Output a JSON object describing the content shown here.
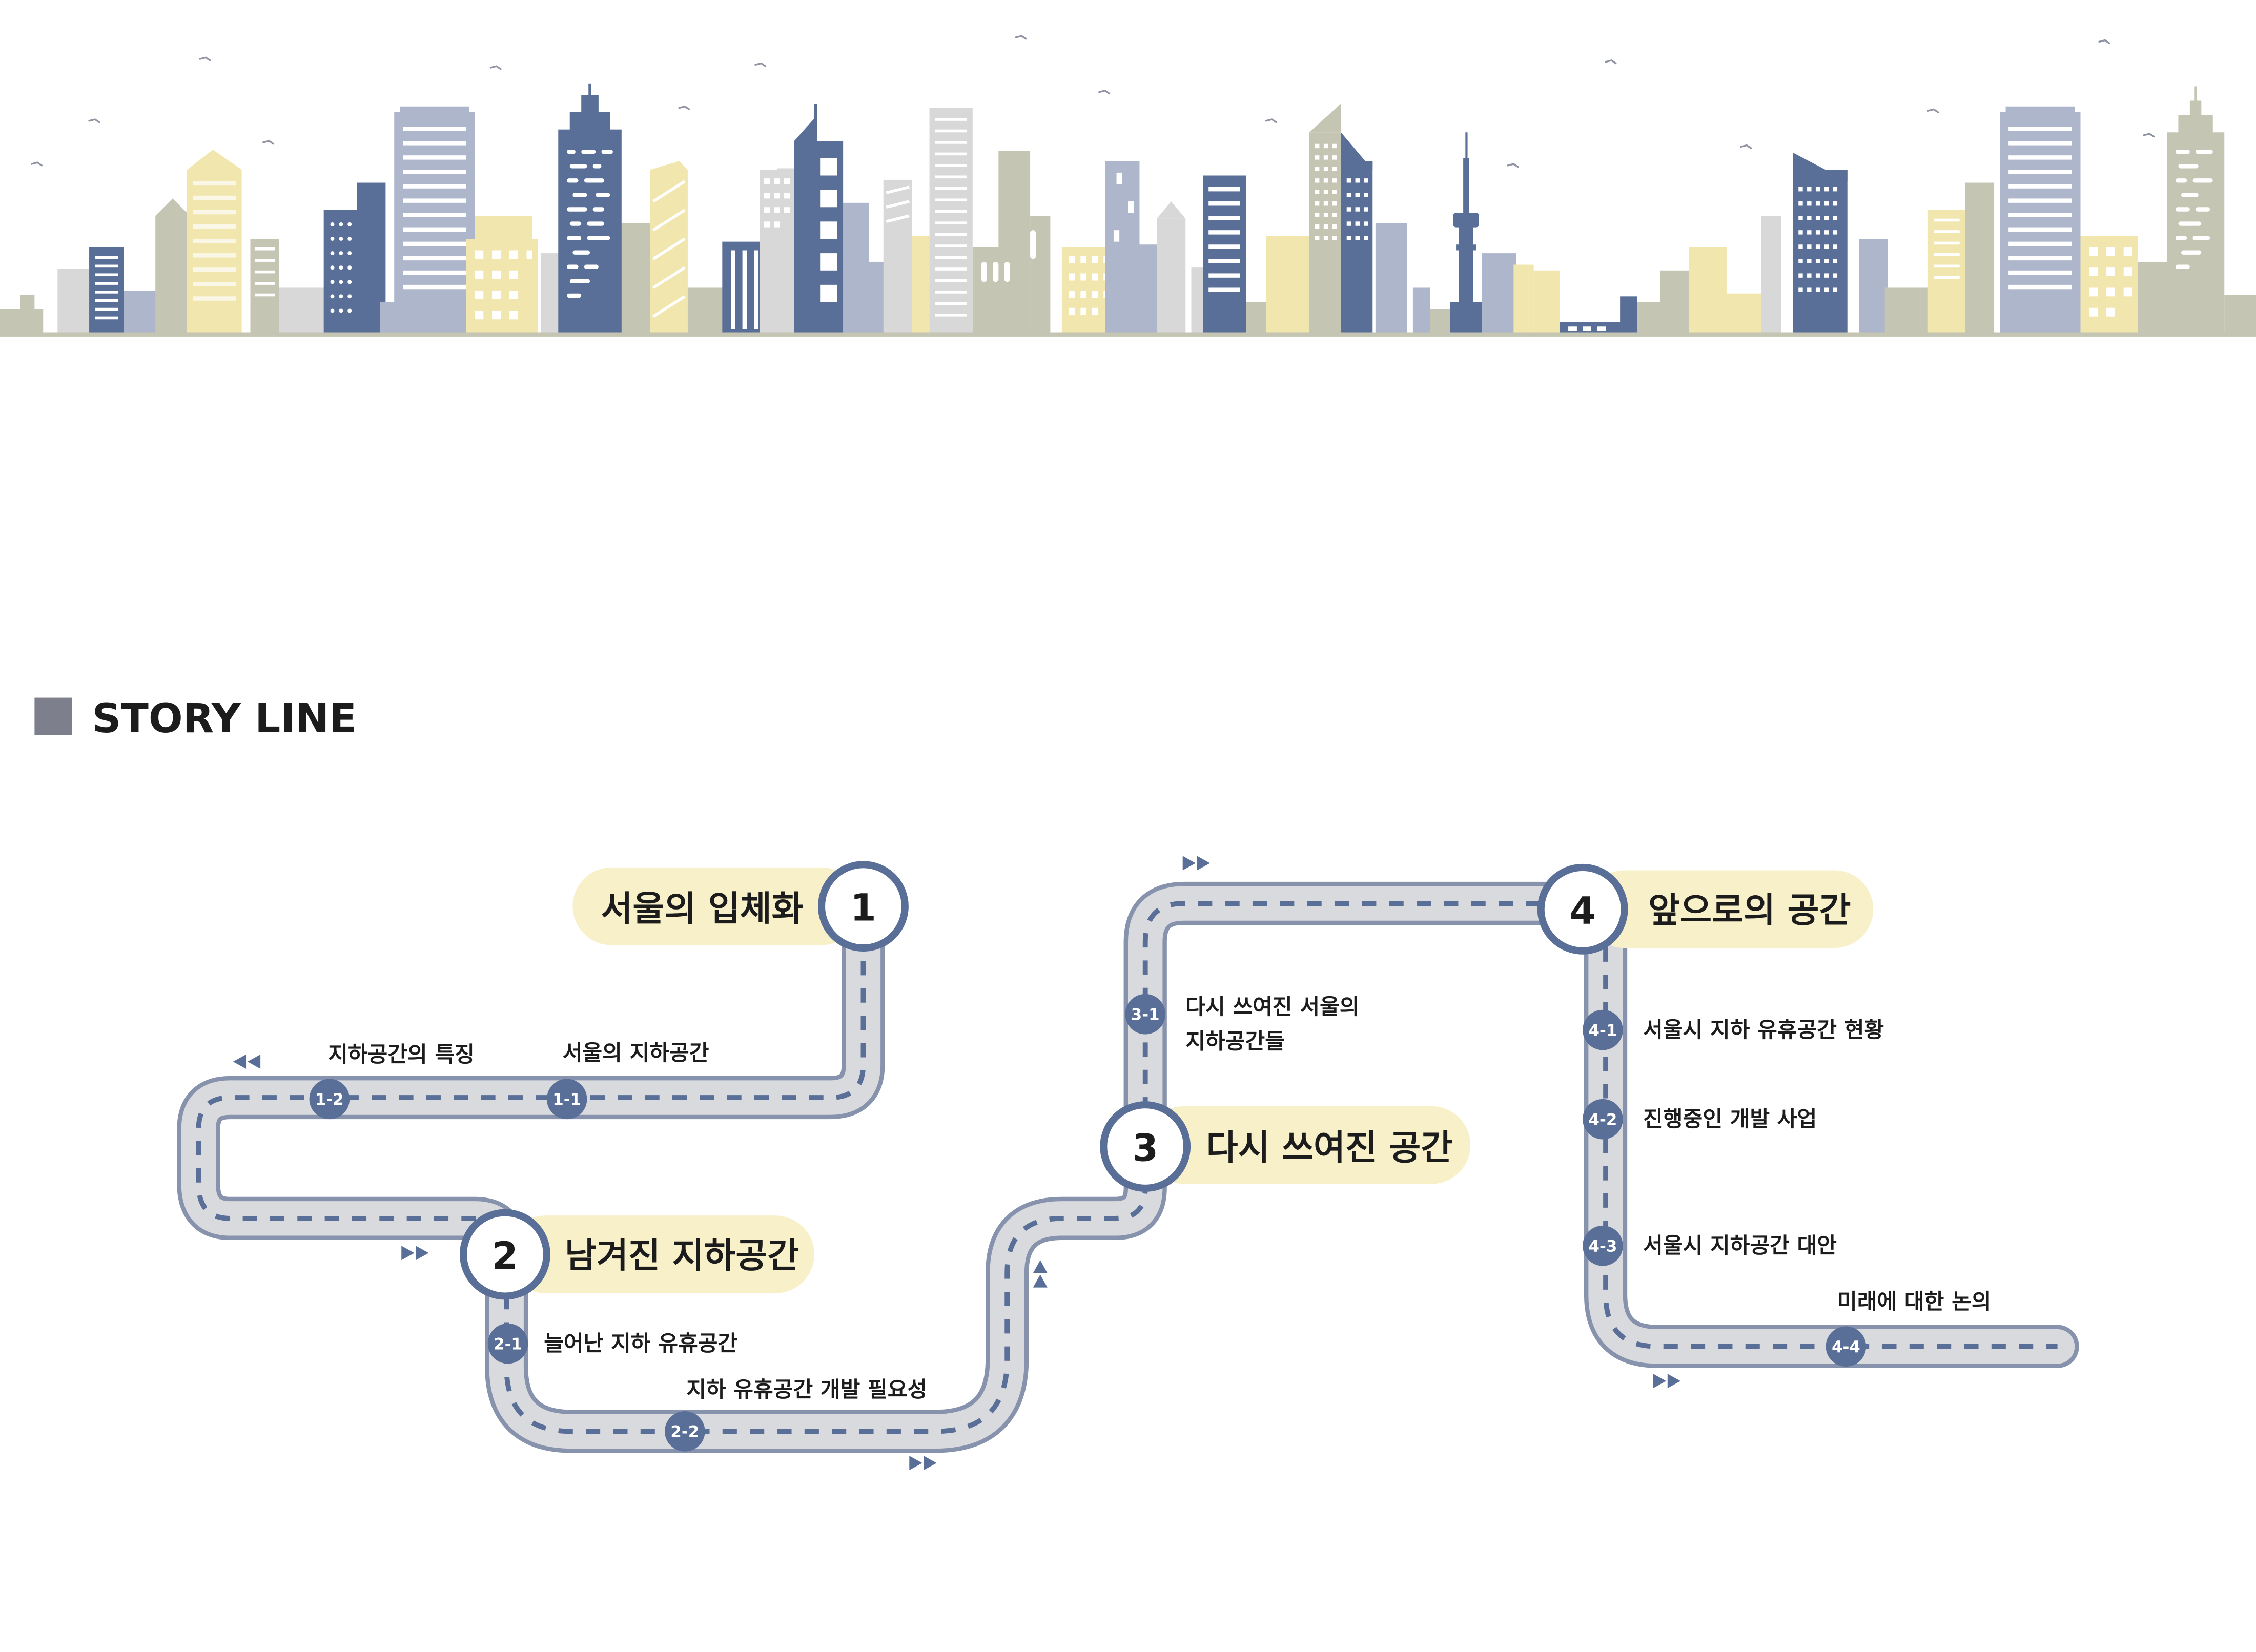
{
  "section": {
    "title": "STORY LINE"
  },
  "colors": {
    "navy": "#5a6f97",
    "road_fill": "#d9dade",
    "road_edge": "#8793ad",
    "badge_fill": "#f7f0c8",
    "marker_square": "#7d7f8c",
    "olive": "#c4c5b2",
    "sand": "#f1e6ae",
    "steel": "#aeb6cb",
    "mist": "#d8d8d8"
  },
  "stages": [
    {
      "num": "1",
      "title": "서울의 입체화"
    },
    {
      "num": "2",
      "title": "남겨진 지하공간"
    },
    {
      "num": "3",
      "title": "다시 쓰여진 공간"
    },
    {
      "num": "4",
      "title": "앞으로의 공간"
    }
  ],
  "substeps": [
    {
      "num": "1-1",
      "label": "서울의 지하공간"
    },
    {
      "num": "1-2",
      "label": "지하공간의 특징"
    },
    {
      "num": "2-1",
      "label": "늘어난 지하 유휴공간"
    },
    {
      "num": "2-2",
      "label": "지하 유휴공간 개발 필요성"
    },
    {
      "num": "3-1",
      "label_line1": "다시 쓰여진 서울의",
      "label_line2": "지하공간들"
    },
    {
      "num": "4-1",
      "label": "서울시 지하 유휴공간 현황"
    },
    {
      "num": "4-2",
      "label": "진행중인 개발 사업"
    },
    {
      "num": "4-3",
      "label": "서울시 지하공간 대안"
    },
    {
      "num": "4-4",
      "label": "미래에 대한 논의"
    }
  ],
  "icons": [
    "bird-icon",
    "arrow-left-icon",
    "arrow-right-icon",
    "arrow-up-icon",
    "seoul-tower-icon"
  ]
}
